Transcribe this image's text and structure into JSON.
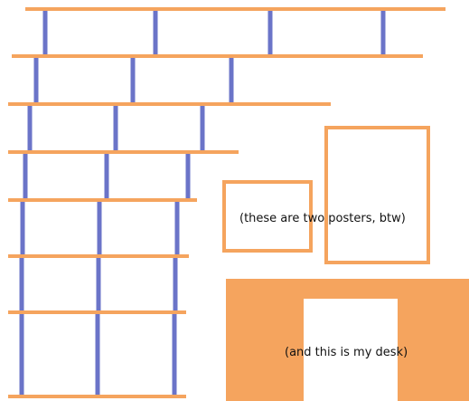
{
  "colors": {
    "shelf": "#f5a45e",
    "post": "#6b74c8",
    "poster_frame": "#f5a45e",
    "desk": "#f5a45e",
    "desk_opening": "#ffffff",
    "text": "#111111"
  },
  "bookshelf": {
    "shelf_count": 8,
    "post_count_top_row": 4,
    "post_count_other_rows": 3
  },
  "posters": {
    "count": 2,
    "caption": "(these are two posters, btw)"
  },
  "desk": {
    "caption": "(and this is my desk)"
  }
}
